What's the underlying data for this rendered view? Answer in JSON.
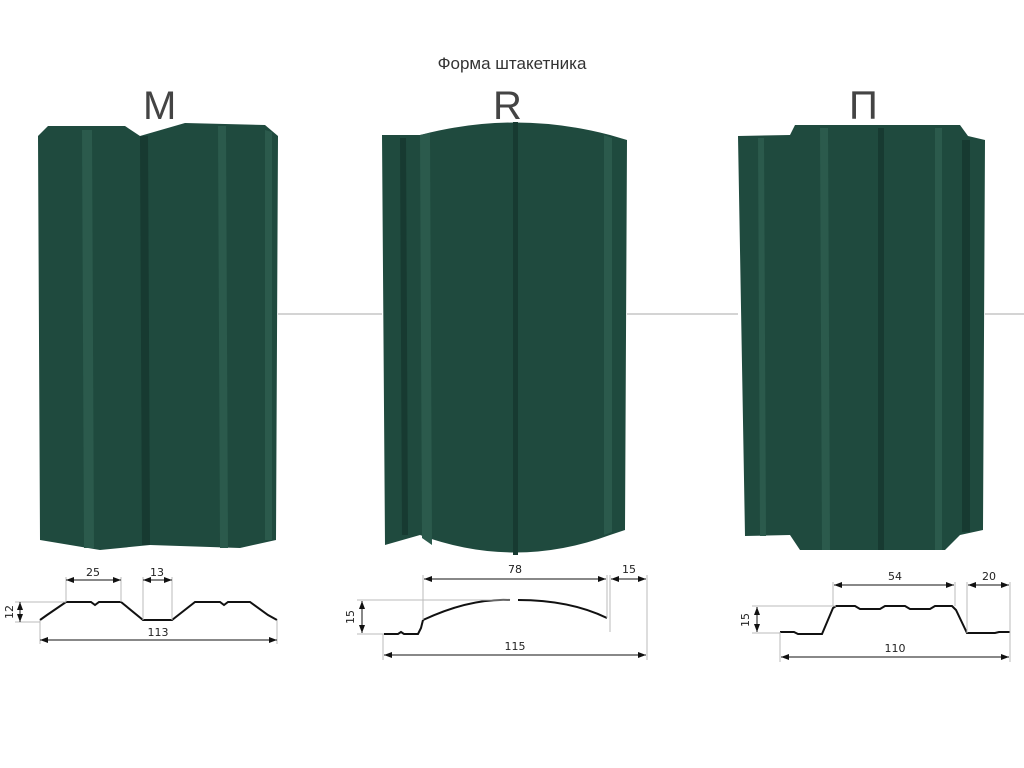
{
  "title": "Форма штакетника",
  "shapes": [
    {
      "letter": "M",
      "dims": {
        "top_a": "25",
        "top_b": "13",
        "height": "12",
        "width": "113"
      }
    },
    {
      "letter": "R",
      "dims": {
        "top_a": "78",
        "top_b": "15",
        "height": "15",
        "width": "115"
      }
    },
    {
      "letter": "П",
      "dims": {
        "top_a": "54",
        "top_b": "20",
        "height": "15",
        "width": "110"
      }
    }
  ],
  "colors": {
    "panel": "#1f4a3e",
    "panel_light": "#2b5a4c",
    "panel_dark": "#173a31"
  }
}
